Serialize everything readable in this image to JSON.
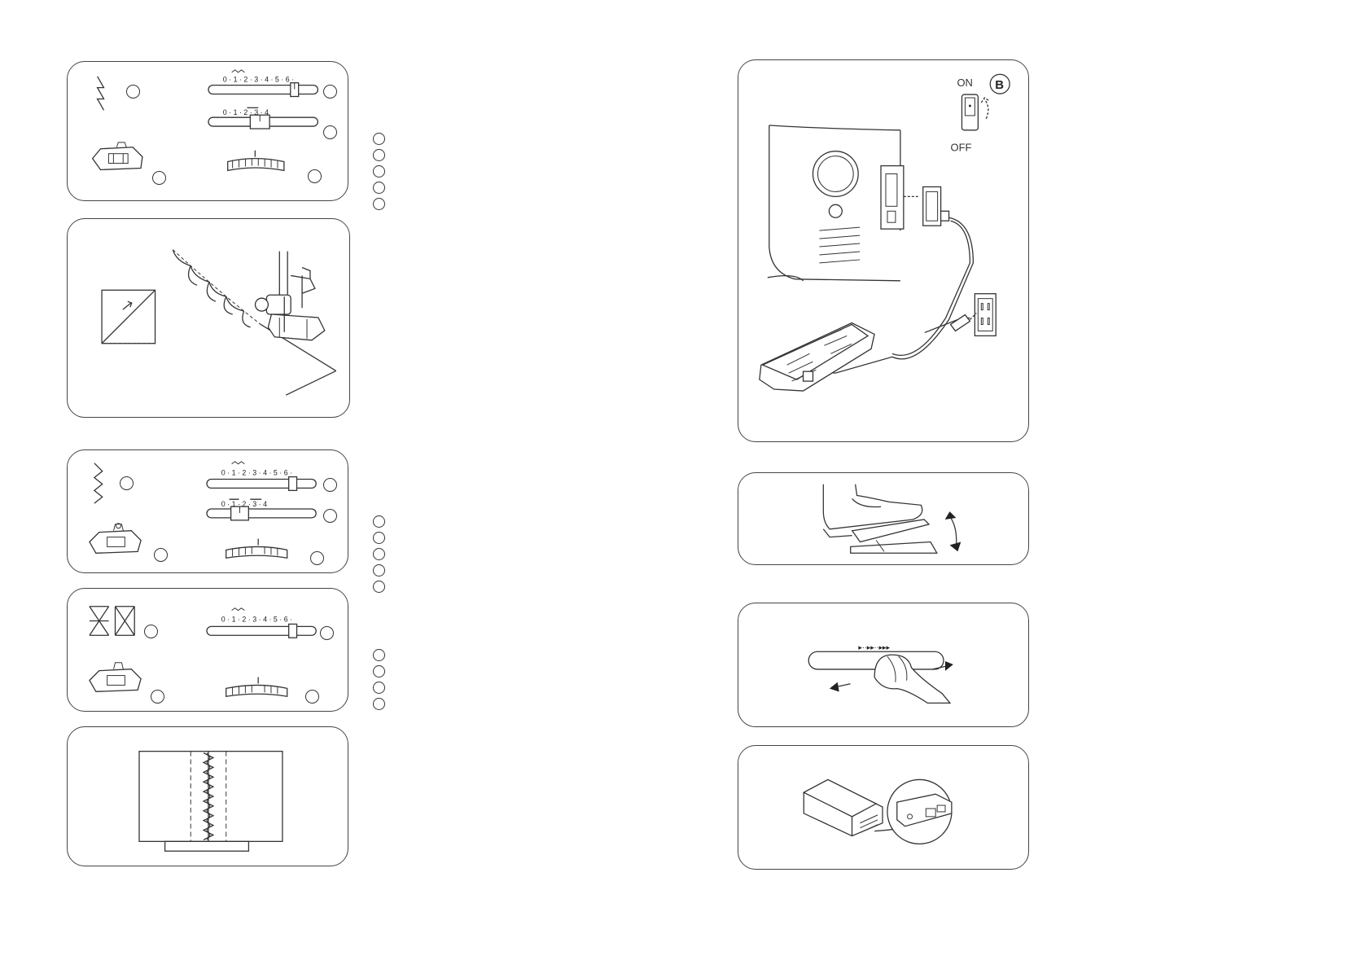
{
  "scales": {
    "stitch_width": "0 · 1 · 2 · 3 · 4 · 5 · 6 ·",
    "stitch_length": "0 · 1 · 2 · 3 · 4"
  },
  "power_switch": {
    "on_label": "ON",
    "off_label": "OFF",
    "badge": "B"
  },
  "colors": {
    "line": "#333333",
    "panel_border": "#444444",
    "background": "#ffffff"
  }
}
